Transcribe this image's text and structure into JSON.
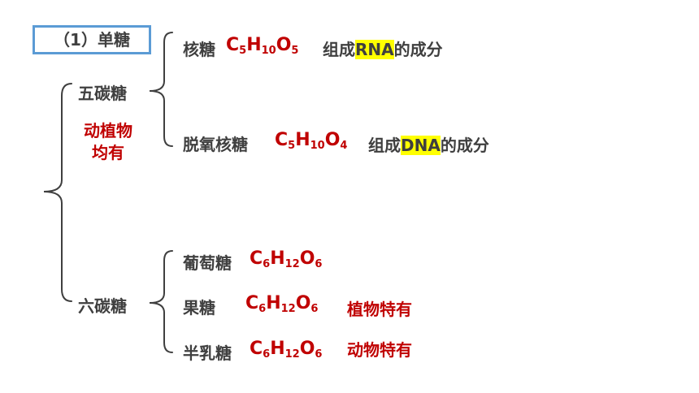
{
  "heading": "（1）单糖",
  "groups": {
    "pentose": {
      "label": "五碳糖",
      "note_line1": "动植物",
      "note_line2": "均有",
      "items": [
        {
          "name": "核糖",
          "formula": {
            "c": "C",
            "c_n": "5",
            "h": "H",
            "h_n": "10",
            "o": "O",
            "o_n": "5"
          },
          "desc_pre": "组成",
          "desc_hl": "RNA",
          "desc_post": "的成分"
        },
        {
          "name": "脱氧核糖",
          "formula": {
            "c": "C",
            "c_n": "5",
            "h": "H",
            "h_n": "10",
            "o": "O",
            "o_n": "4"
          },
          "desc_pre": "组成",
          "desc_hl": "DNA",
          "desc_post": "的成分"
        }
      ]
    },
    "hexose": {
      "label": "六碳糖",
      "items": [
        {
          "name": "葡萄糖",
          "formula": {
            "c": "C",
            "c_n": "6",
            "h": "H",
            "h_n": "12",
            "o": "O",
            "o_n": "6"
          },
          "note": ""
        },
        {
          "name": "果糖",
          "formula": {
            "c": "C",
            "c_n": "6",
            "h": "H",
            "h_n": "12",
            "o": "O",
            "o_n": "6"
          },
          "note": "植物特有"
        },
        {
          "name": "半乳糖",
          "formula": {
            "c": "C",
            "c_n": "6",
            "h": "H",
            "h_n": "12",
            "o": "O",
            "o_n": "6"
          },
          "note": "动物特有"
        }
      ]
    }
  },
  "colors": {
    "text": "#3f3f3f",
    "accent": "#c00000",
    "highlight": "#ffff00",
    "box": "#5b9bd5"
  }
}
